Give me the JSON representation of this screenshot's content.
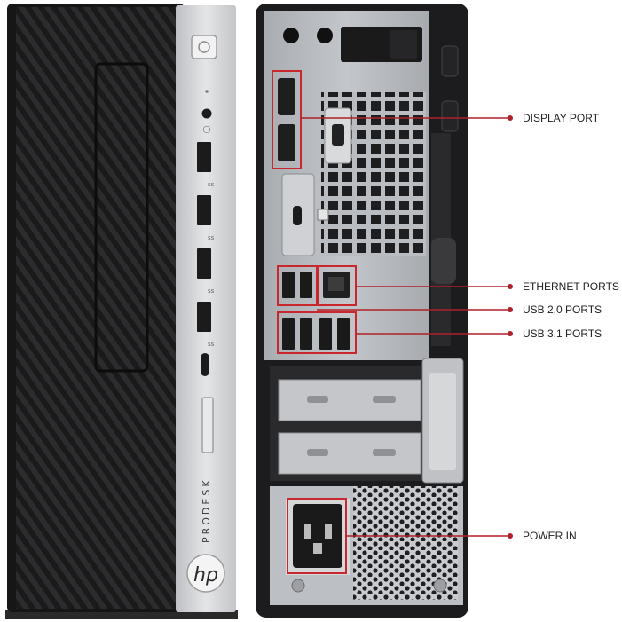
{
  "front_panel": {
    "brand_vertical_text": "PRODESK",
    "logo_text": "hp"
  },
  "callouts": [
    {
      "id": "display-port",
      "label": "DISPLAY PORT"
    },
    {
      "id": "ethernet-ports",
      "label": "ETHERNET PORTS"
    },
    {
      "id": "usb-2-ports",
      "label": "USB 2.0 PORTS"
    },
    {
      "id": "usb-3-ports",
      "label": "USB 3.1 PORTS"
    },
    {
      "id": "power-in",
      "label": "POWER IN"
    }
  ],
  "colors": {
    "highlight": "#c8282d",
    "callout_line": "#b02028",
    "chassis_dark": "#1c1c1e",
    "panel_silver": "#d2d3d5",
    "rear_plate": "#b9bcc0"
  }
}
